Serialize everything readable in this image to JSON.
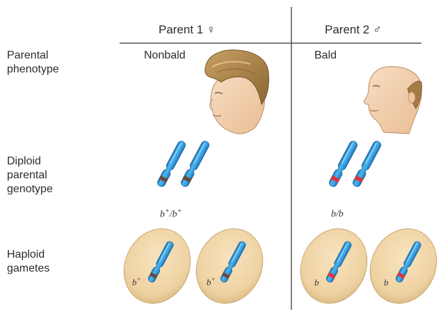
{
  "headers": {
    "parent1": "Parent 1",
    "parent1_symbol": "♀",
    "parent2": "Parent 2",
    "parent2_symbol": "♂"
  },
  "rows": {
    "phenotype": [
      "Parental",
      "phenotype"
    ],
    "genotype": [
      "Diploid",
      "parental",
      "genotype"
    ],
    "gametes": [
      "Haploid",
      "gametes"
    ]
  },
  "phenotypes": {
    "parent1": "Nonbald",
    "parent2": "Bald"
  },
  "genotypes": {
    "parent1": {
      "allele": "b",
      "sup": "+"
    },
    "parent2": {
      "allele": "b",
      "sup": ""
    }
  },
  "gamete_labels": {
    "parent1": {
      "allele": "b",
      "sup": "+"
    },
    "parent2": {
      "allele": "b",
      "sup": ""
    }
  },
  "colors": {
    "chromosome": "#3aa4e4",
    "chromosome_dark": "#1f6fb0",
    "allele_dominant": "#6b4a3c",
    "allele_recessive": "#e0323c",
    "gamete_fill": "#efd2a2",
    "gamete_edge": "#caa672",
    "lines": "#555555"
  }
}
